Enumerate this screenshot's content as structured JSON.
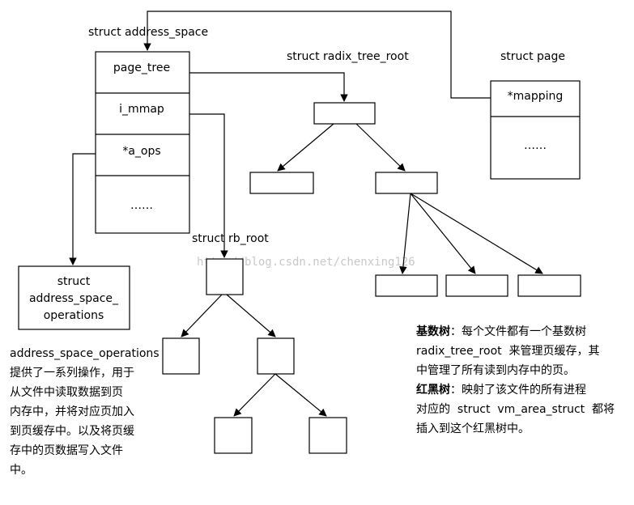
{
  "address_space": {
    "title": "struct address_space",
    "fields": [
      "page_tree",
      "i_mmap",
      "*a_ops",
      "……"
    ]
  },
  "radix_tree_root": {
    "title": "struct radix_tree_root"
  },
  "page": {
    "title": "struct page",
    "fields": [
      "*mapping",
      "……"
    ]
  },
  "rb_root": {
    "title": "struct rb_root"
  },
  "operations_box": {
    "lines": [
      "struct",
      "address_space_",
      "operations"
    ]
  },
  "left_note": {
    "lines": [
      "address_space_operations",
      "提供了一系列操作，用于",
      "从文件中读取数据到页",
      "内存中，并将对应页加入",
      "到页缓存中。以及将页缓",
      "存中的页数据写入文件",
      "中。"
    ]
  },
  "right_note": {
    "radix_term": "基数树",
    "radix_line1": "：每个文件都有一个基数树",
    "radix_line2": "radix_tree_root  来管理页缓存，其",
    "radix_line3": "中管理了所有读到内存中的页。",
    "rb_term": "红黑树",
    "rb_line1": "：映射了该文件的所有进程",
    "rb_line2": "对应的  struct  vm_area_struct  都将",
    "rb_line3": "插入到这个红黑树中。"
  },
  "watermark": "http://blog.csdn.net/chenxing126"
}
